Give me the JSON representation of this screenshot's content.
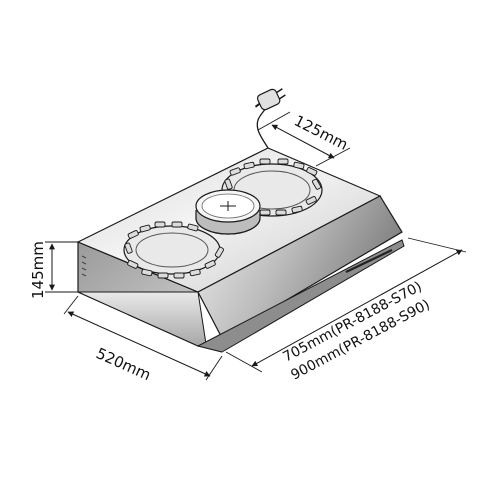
{
  "dimensions": {
    "duct_diameter": "125mm",
    "height": "145mm",
    "depth": "520mm",
    "width_small": "705mm(PR-8188-S70)",
    "width_large": "900mm(PR-8188-S90)"
  },
  "colors": {
    "line": "#1a1a1a",
    "top_light": "#f2f2f2",
    "top_dark": "#cfcfcf",
    "front_light": "#e6e6e6",
    "front_dark": "#8a8a8a",
    "side": "#b5b5b5",
    "background": "#ffffff"
  },
  "icons": [
    "power-plug-icon"
  ]
}
